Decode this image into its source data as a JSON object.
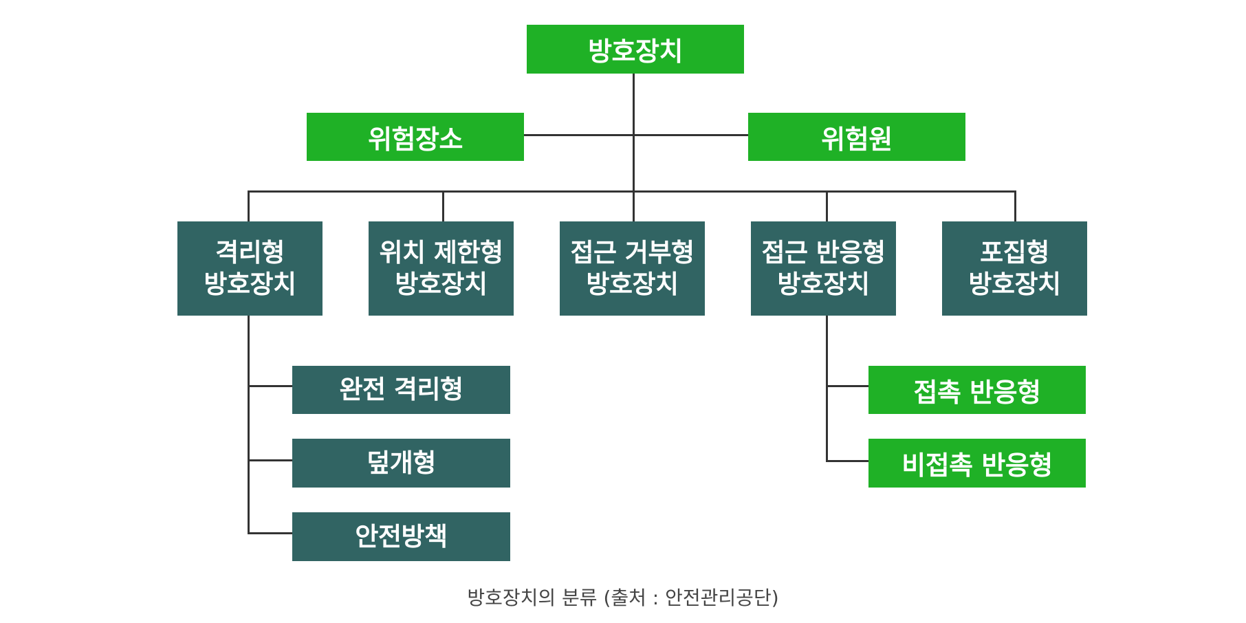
{
  "diagram": {
    "root": "방호장치",
    "level1": {
      "left": "위험장소",
      "right": "위험원"
    },
    "types": [
      {
        "line1": "격리형",
        "line2": "방호장치"
      },
      {
        "line1": "위치 제한형",
        "line2": "방호장치"
      },
      {
        "line1": "접근 거부형",
        "line2": "방호장치"
      },
      {
        "line1": "접근 반응형",
        "line2": "방호장치"
      },
      {
        "line1": "포집형",
        "line2": "방호장치"
      }
    ],
    "isolation_subtypes": [
      "완전 격리형",
      "덮개형",
      "안전방책"
    ],
    "reaction_subtypes": [
      "접촉 반응형",
      "비접촉 반응형"
    ]
  },
  "caption": "방호장치의 분류 (출처 : 안전관리공단)",
  "colors": {
    "green": "#1fb126",
    "teal": "#316463",
    "line": "#333333"
  }
}
